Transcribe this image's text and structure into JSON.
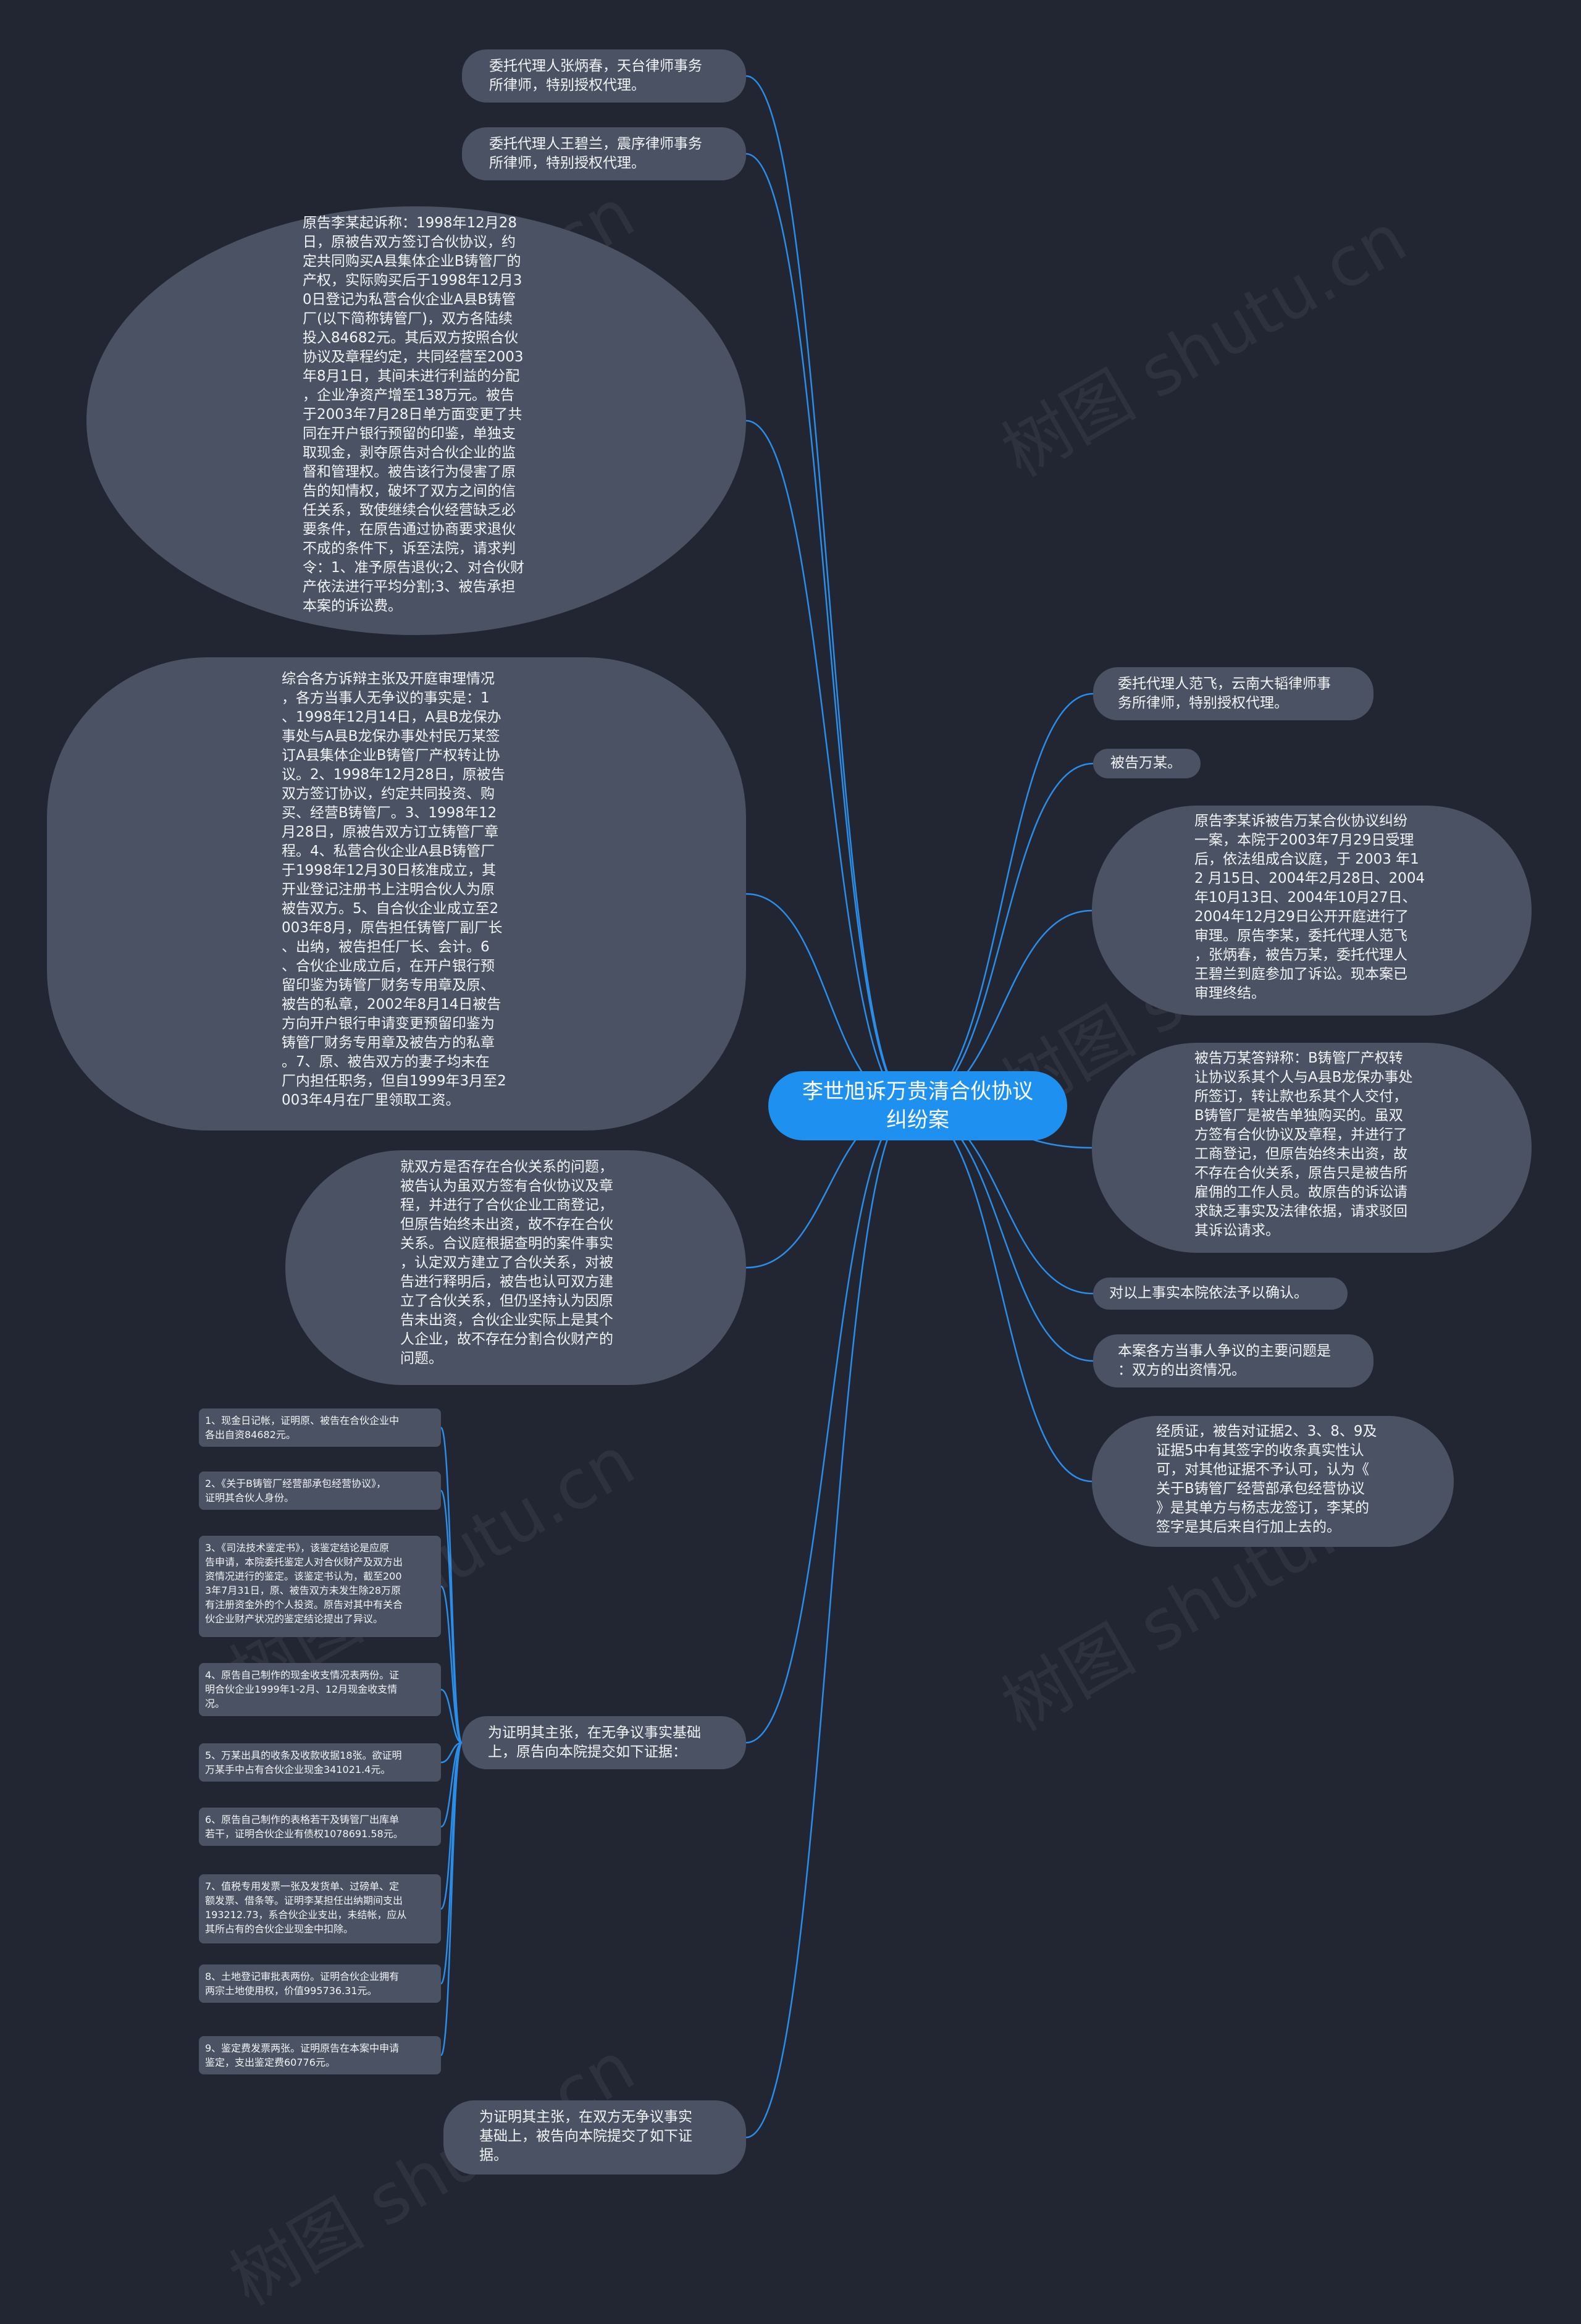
{
  "watermark": "树图 shutu.cn",
  "colors": {
    "background": "#222633",
    "node": "#4a5263",
    "center": "#1e90f0",
    "link": "#2a8de8"
  },
  "center": {
    "label": "李世旭诉万贵清合伙协议\n纠纷案"
  },
  "left": [
    {
      "id": "l1",
      "text": "委托代理人张炳春，天台律师事务\n所律师，特别授权代理。"
    },
    {
      "id": "l2",
      "text": "委托代理人王碧兰，震序律师事务\n所律师，特别授权代理。"
    },
    {
      "id": "l3",
      "text": "原告李某起诉称：1998年12月28\n日，原被告双方签订合伙协议，约\n定共同购买A县集体企业B铸管厂的\n产权，实际购买后于1998年12月3\n0日登记为私营合伙企业A县B铸管\n厂(以下简称铸管厂)，双方各陆续\n投入84682元。其后双方按照合伙\n协议及章程约定，共同经营至2003\n年8月1日，其间未进行利益的分配\n，企业净资产增至138万元。被告\n于2003年7月28日单方面变更了共\n同在开户银行预留的印鉴，单独支\n取现金，剥夺原告对合伙企业的监\n督和管理权。被告该行为侵害了原\n告的知情权，破坏了双方之间的信\n任关系，致使继续合伙经营缺乏必\n要条件，在原告通过协商要求退伙\n不成的条件下，诉至法院，请求判\n令：1、准予原告退伙;2、对合伙财\n产依法进行平均分割;3、被告承担\n本案的诉讼费。"
    },
    {
      "id": "l4",
      "text": "综合各方诉辩主张及开庭审理情况\n，各方当事人无争议的事实是：1\n、1998年12月14日，A县B龙保办\n事处与A县B龙保办事处村民万某签\n订A县集体企业B铸管厂产权转让协\n议。2、1998年12月28日，原被告\n双方签订协议，约定共同投资、购\n买、经营B铸管厂。3、1998年12\n月28日，原被告双方订立铸管厂章\n程。4、私营合伙企业A县B铸管厂\n于1998年12月30日核准成立，其\n开业登记注册书上注明合伙人为原\n被告双方。5、自合伙企业成立至2\n003年8月，原告担任铸管厂副厂长\n、出纳，被告担任厂长、会计。6\n、合伙企业成立后，在开户银行预\n留印鉴为铸管厂财务专用章及原、\n被告的私章，2002年8月14日被告\n方向开户银行申请变更预留印鉴为\n铸管厂财务专用章及被告方的私章\n。7、原、被告双方的妻子均未在\n厂内担任职务，但自1999年3月至2\n003年4月在厂里领取工资。"
    },
    {
      "id": "l5",
      "text": "就双方是否存在合伙关系的问题，\n被告认为虽双方签有合伙协议及章\n程，并进行了合伙企业工商登记，\n但原告始终未出资，故不存在合伙\n关系。合议庭根据查明的案件事实\n，认定双方建立了合伙关系，对被\n告进行释明后，被告也认可双方建\n立了合伙关系，但仍坚持认为因原\n告未出资，合伙企业实际上是其个\n人企业，故不存在分割合伙财产的\n问题。"
    },
    {
      "id": "l6",
      "text": "为证明其主张，在无争议事实基础\n上，原告向本院提交如下证据："
    },
    {
      "id": "l7",
      "text": "为证明其主张，在双方无争议事实\n基础上，被告向本院提交了如下证\n据。"
    }
  ],
  "right": [
    {
      "id": "r1",
      "text": "委托代理人范飞，云南大韬律师事\n务所律师，特别授权代理。"
    },
    {
      "id": "r2",
      "text": "被告万某。"
    },
    {
      "id": "r3",
      "text": "原告李某诉被告万某合伙协议纠纷\n一案，本院于2003年7月29日受理\n后，依法组成合议庭，于 2003 年1\n2 月15日、2004年2月28日、2004\n年10月13日、2004年10月27日、\n2004年12月29日公开开庭进行了\n审理。原告李某，委托代理人范飞\n，张炳春，被告万某，委托代理人\n王碧兰到庭参加了诉讼。现本案已\n审理终结。"
    },
    {
      "id": "r4",
      "text": "被告万某答辩称：B铸管厂产权转\n让协议系其个人与A县B龙保办事处\n所签订，转让款也系其个人交付，\nB铸管厂是被告单独购买的。虽双\n方签有合伙协议及章程，并进行了\n工商登记，但原告始终未出资，故\n不存在合伙关系，原告只是被告所\n雇佣的工作人员。故原告的诉讼请\n求缺乏事实及法律依据，请求驳回\n其诉讼请求。"
    },
    {
      "id": "r5",
      "text": "对以上事实本院依法予以确认。"
    },
    {
      "id": "r6",
      "text": "本案各方当事人争议的主要问题是\n：双方的出资情况。"
    },
    {
      "id": "r7",
      "text": "经质证，被告对证据2、3、8、9及\n证据5中有其签字的收条真实性认\n可，对其他证据不予认可，认为《\n关于B铸管厂经营部承包经营协议\n》是其单方与杨志龙签订，李某的\n签字是其后来自行加上去的。"
    }
  ],
  "evidence": [
    "1、现金日记帐，证明原、被告在合伙企业中\n各出自资84682元。",
    "2、《关于B铸管厂经营部承包经营协议》，\n证明其合伙人身份。",
    "3、《司法技术鉴定书》，该鉴定结论是应原\n告申请，本院委托鉴定人对合伙财产及双方出\n资情况进行的鉴定。该鉴定书认为，截至200\n3年7月31日，原、被告双方未发生除28万原\n有注册资金外的个人投资。原告对其中有关合\n伙企业财产状况的鉴定结论提出了异议。",
    "4、原告自己制作的现金收支情况表两份。证\n明合伙企业1999年1-2月、12月现金收支情\n况。",
    "5、万某出具的收条及收款收据18张。欲证明\n万某手中占有合伙企业现金341021.4元。",
    "6、原告自己制作的表格若干及铸管厂出库单\n若干，证明合伙企业有债权1078691.58元。",
    "7、值税专用发票一张及发货单、过磅单、定\n额发票、借条等。证明李某担任出纳期间支出\n193212.73，系合伙企业支出，未结帐，应从\n其所占有的合伙企业现金中扣除。",
    "8、土地登记审批表两份。证明合伙企业拥有\n两宗土地使用权，价值995736.31元。",
    "9、鉴定费发票两张。证明原告在本案中申请\n鉴定，支出鉴定费60776元。"
  ]
}
